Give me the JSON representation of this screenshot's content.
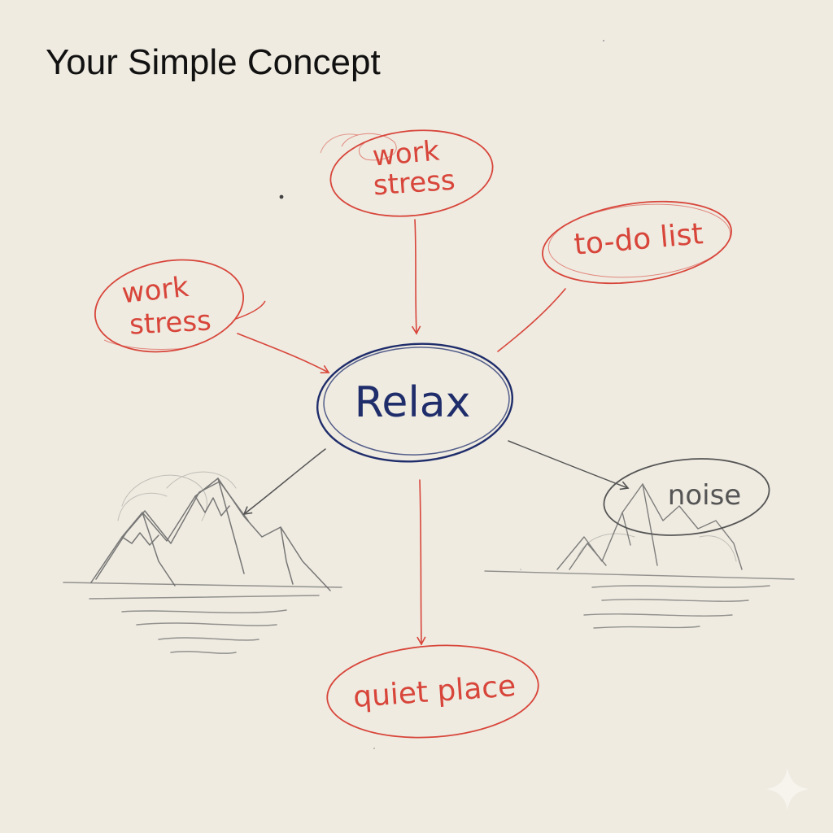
{
  "title": "Your Simple Concept",
  "colors": {
    "paper": "#efebe1",
    "accent_red": "#d8453a",
    "accent_navy": "#1f2d6b",
    "pencil": "#6b6b6b"
  },
  "diagram": {
    "center": {
      "label": "Relax"
    },
    "nodes": [
      {
        "id": "work-stress-top",
        "label_lines": [
          "work",
          "stress"
        ]
      },
      {
        "id": "todo",
        "label": "to-do list"
      },
      {
        "id": "work-stress-left",
        "label_lines": [
          "work",
          "stress"
        ]
      },
      {
        "id": "quiet",
        "label": "quiet place"
      },
      {
        "id": "noise",
        "label": "noise"
      }
    ],
    "sketches": [
      {
        "name": "mountain-lake-sketch-left",
        "icon": "mountain-icon"
      },
      {
        "name": "mountain-lake-sketch-right",
        "icon": "mountain-icon"
      }
    ],
    "corner_icon": "sparkle-icon"
  }
}
